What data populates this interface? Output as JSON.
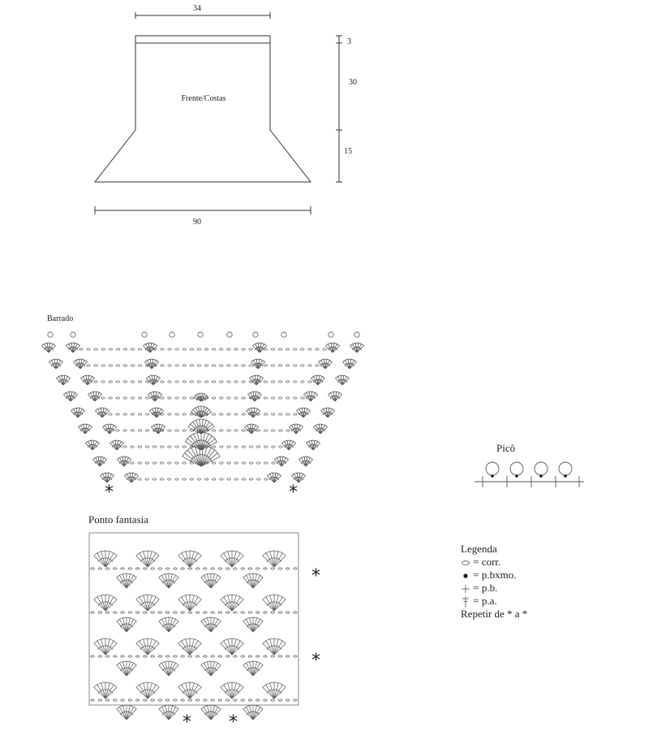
{
  "schematic": {
    "label": "Frente/Costas",
    "dims": {
      "top_width": "34",
      "bottom_width": "90",
      "band_height": "3",
      "body_height": "30",
      "flare_height": "15"
    }
  },
  "barrado": {
    "title": "Barrado",
    "marker": "*"
  },
  "pico": {
    "title": "Picô"
  },
  "ponto_fantasia": {
    "title": "Ponto fantasia",
    "marker": "*"
  },
  "legend": {
    "title": "Legenda",
    "items": [
      {
        "symbol": "chain-oval",
        "label": "= corr."
      },
      {
        "symbol": "dot",
        "label": "= p.bxmo."
      },
      {
        "symbol": "cross",
        "label": "= p.b."
      },
      {
        "symbol": "tall-cross",
        "label": "= p.a."
      }
    ],
    "note": "Repetir de * a *"
  }
}
